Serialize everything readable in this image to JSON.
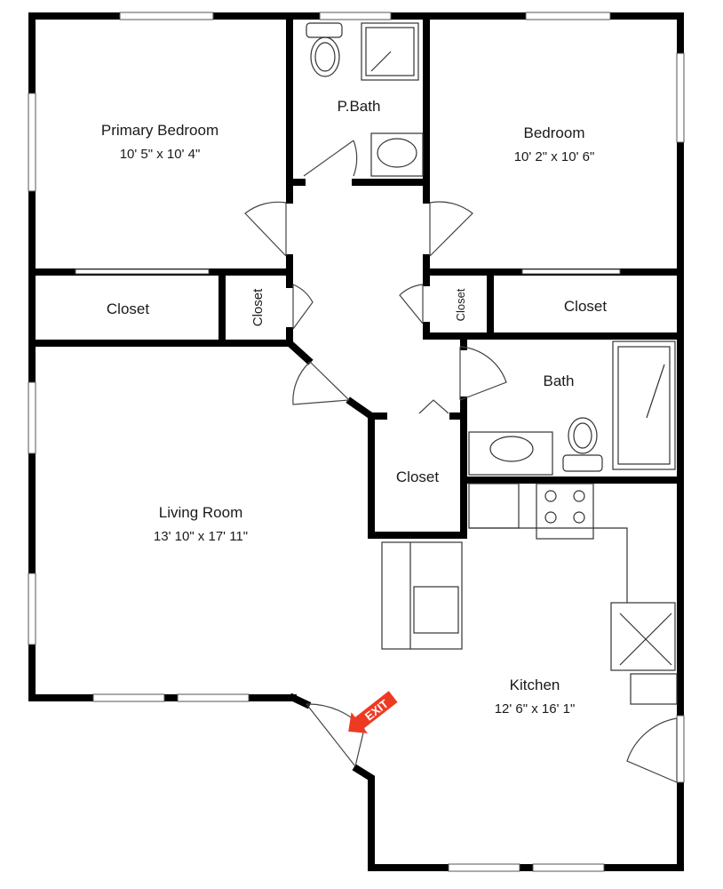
{
  "rooms": {
    "primary_bedroom": {
      "name": "Primary Bedroom",
      "dims": "10' 5\" x 10' 4\""
    },
    "p_bath": {
      "name": "P.Bath"
    },
    "bedroom": {
      "name": "Bedroom",
      "dims": "10' 2\" x 10' 6\""
    },
    "closet_left": {
      "name": "Closet"
    },
    "closet_hall_left": {
      "name": "Closet"
    },
    "closet_hall_right": {
      "name": "Closet"
    },
    "closet_right": {
      "name": "Closet"
    },
    "bath": {
      "name": "Bath"
    },
    "closet_center": {
      "name": "Closet"
    },
    "living_room": {
      "name": "Living Room",
      "dims": "13' 10\" x 17' 11\""
    },
    "kitchen": {
      "name": "Kitchen",
      "dims": "12' 6\" x 16' 1\""
    }
  },
  "exit_label": "EXIT",
  "colors": {
    "wall": "#000000",
    "exit": "#ee3a23",
    "fixture": "#555555"
  }
}
